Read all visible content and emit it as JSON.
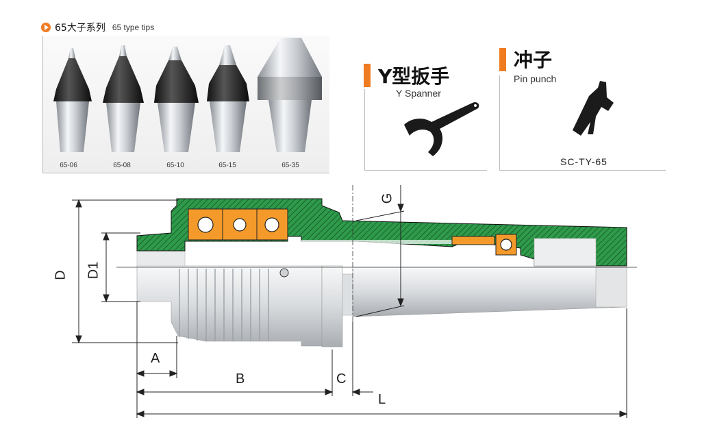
{
  "header": {
    "title_cn": "65大子系列",
    "title_en": "65 type tips"
  },
  "tips": [
    {
      "label": "65-06"
    },
    {
      "label": "65-08"
    },
    {
      "label": "65-10"
    },
    {
      "label": "65-15"
    },
    {
      "label": "65-35"
    }
  ],
  "spanner": {
    "title_cn": "Y型扳手",
    "title_en": "Y Spanner"
  },
  "punch": {
    "title_cn": "冲子",
    "title_en": "Pin punch",
    "code": "SC-TY-65"
  },
  "diagram": {
    "dims": {
      "D": "D",
      "D1": "D1",
      "G": "G",
      "A": "A",
      "B": "B",
      "C": "C",
      "L": "L"
    }
  },
  "colors": {
    "accent": "#f07c22",
    "section_green": "#2e9a4a",
    "bearing_orange": "#f39a2a"
  }
}
